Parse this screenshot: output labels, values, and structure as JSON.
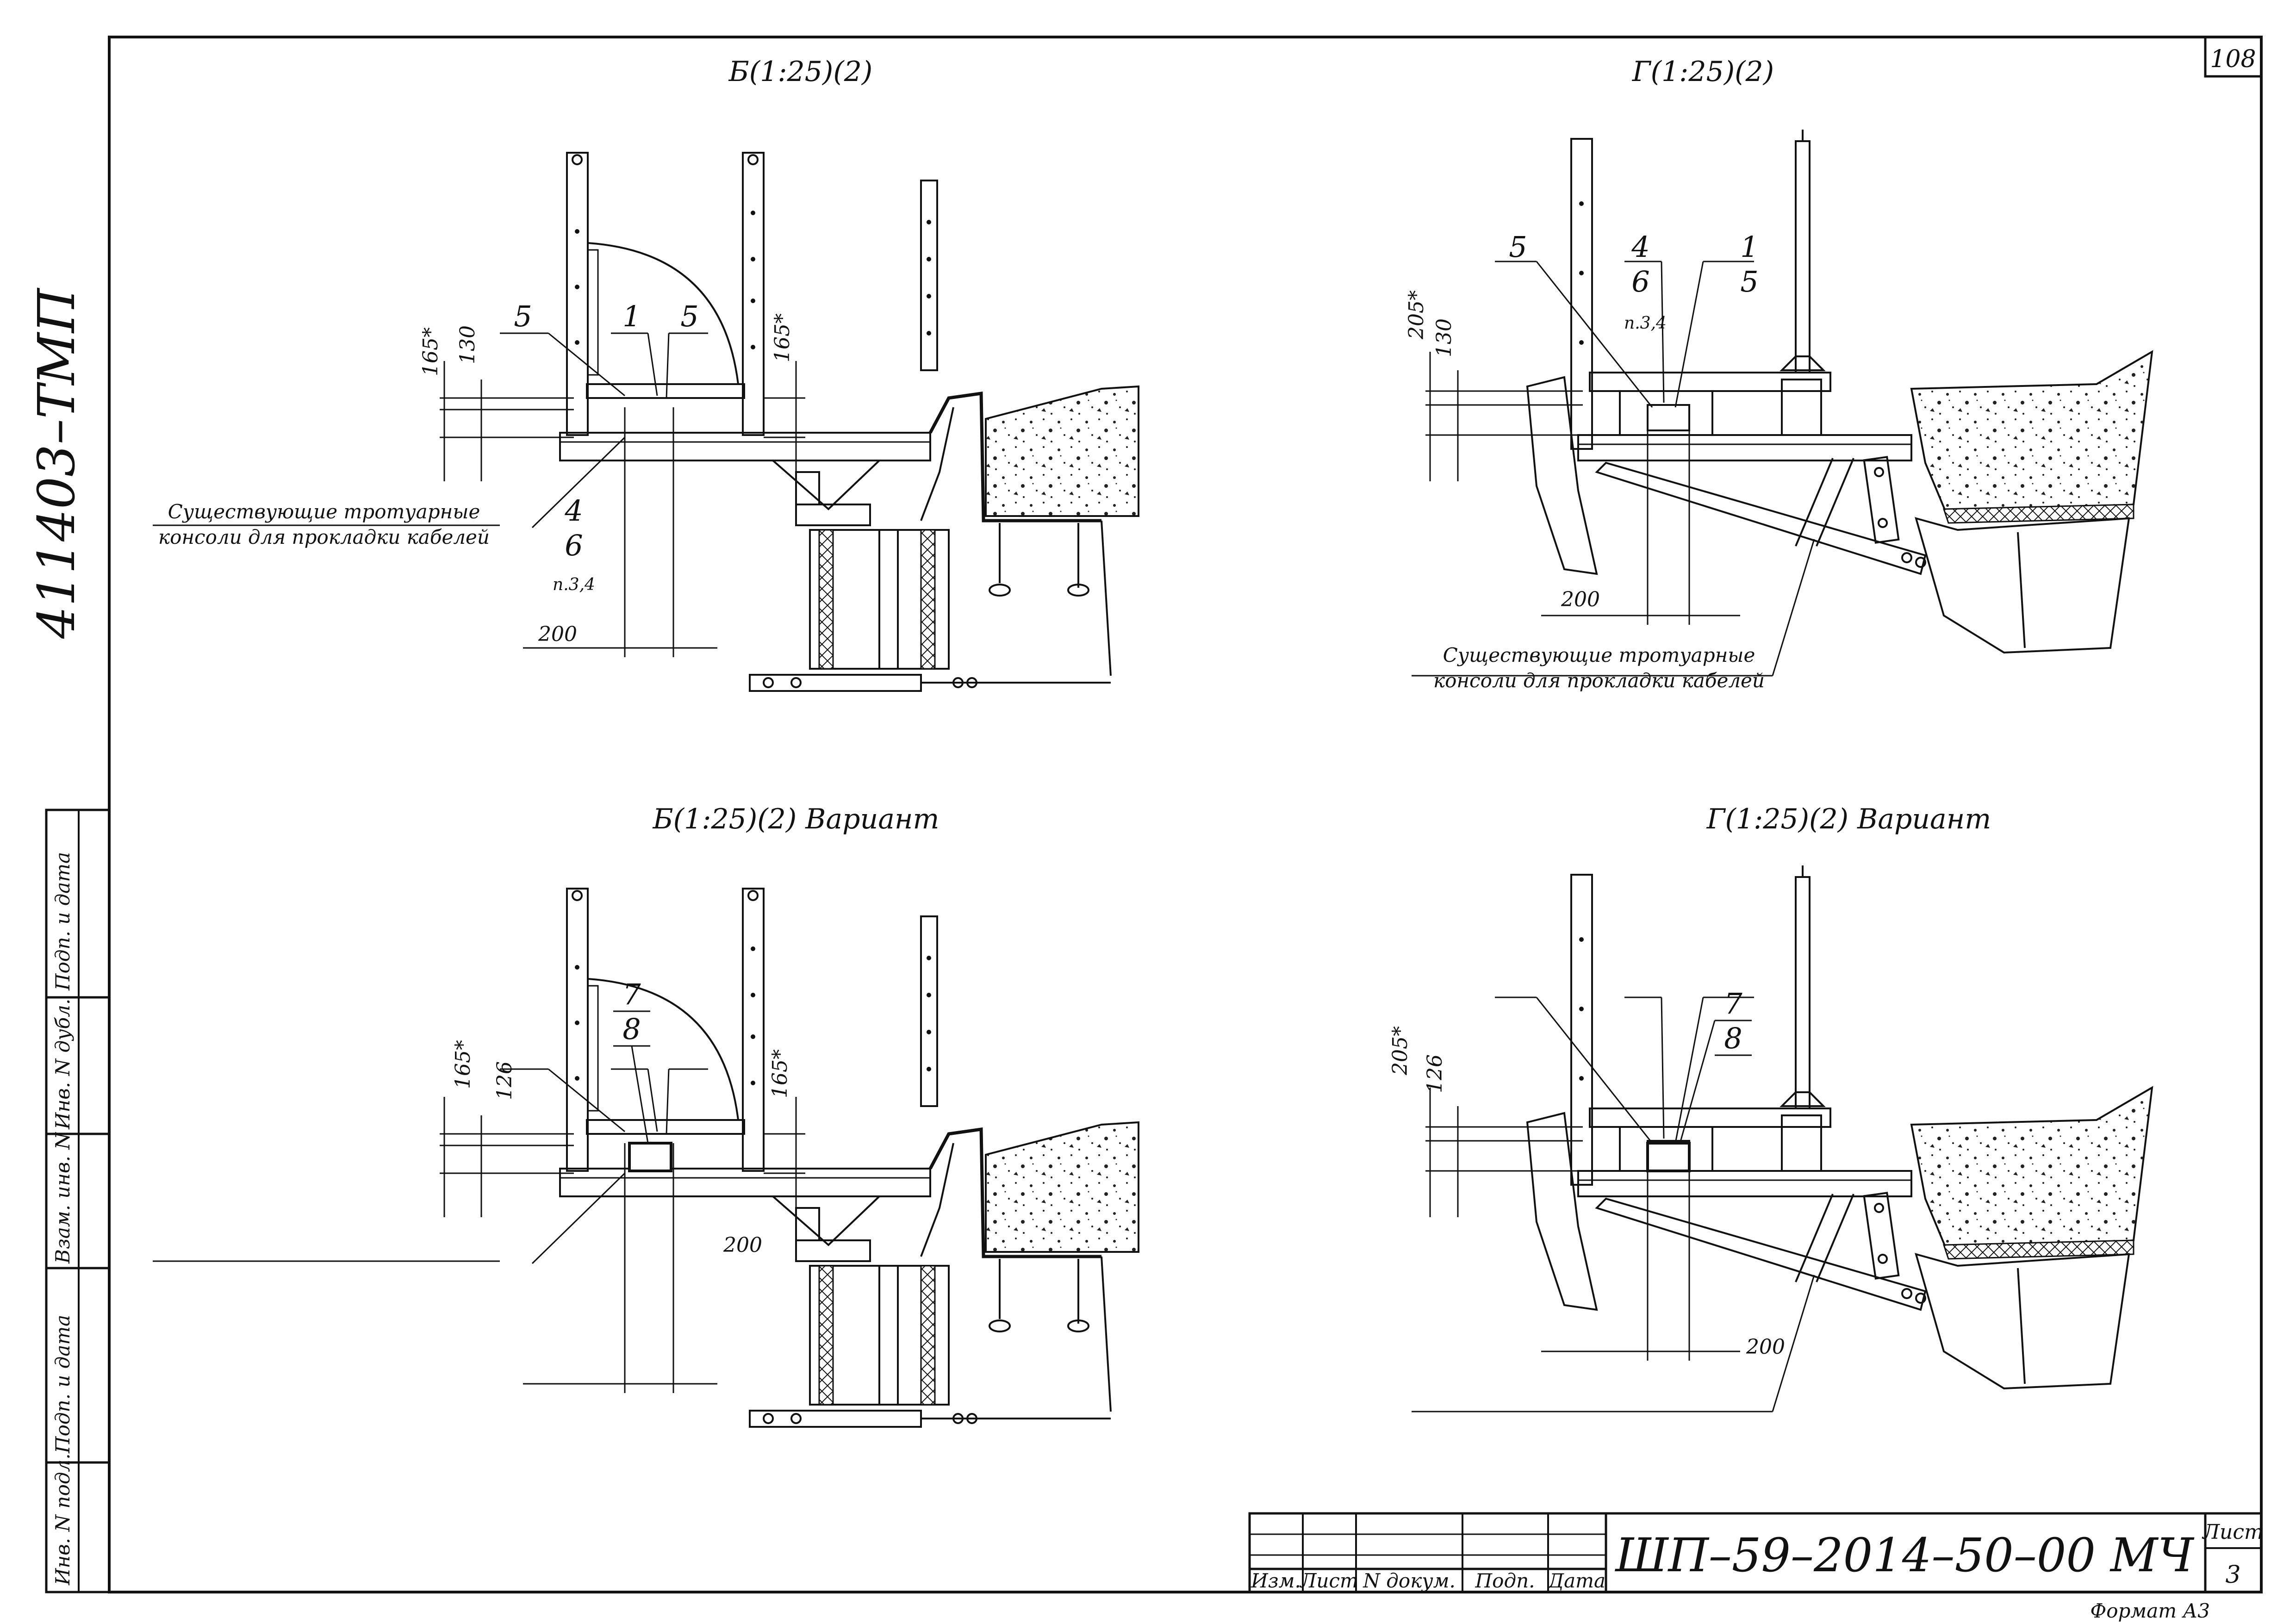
{
  "sheet": {
    "page_number": "108",
    "side_code": "411403–ТМП",
    "stamp_code": "ШП–59–2014–50–00 МЧ",
    "sheet_label": "Лист",
    "sheet_number": "3",
    "format_label": "Формат А3",
    "table_headers": [
      "Изм.",
      "Лист",
      "N докум.",
      "Подп.",
      "Дата"
    ],
    "side_table": [
      "Инв. N подл.",
      "Подп. и дата",
      "Взам. инв. N",
      "Инв. N дубл.",
      "Подп. и дата"
    ]
  },
  "views": {
    "b_top": {
      "title": "Б(1:25)(2)",
      "callouts": [
        "5",
        "1",
        "5",
        "4",
        "6",
        "п.3,4"
      ],
      "dims": [
        "165*",
        "130",
        "165*",
        "200"
      ],
      "note_line1": "Существующие тротуарные",
      "note_line2": "консоли для прокладки кабелей"
    },
    "g_top": {
      "title": "Г(1:25)(2)",
      "callouts": [
        "5",
        "4",
        "6",
        "1",
        "5",
        "п.3,4"
      ],
      "dims": [
        "205*",
        "130",
        "200"
      ],
      "note_line1": "Существующие тротуарные",
      "note_line2": "консоли для прокладки кабелей"
    },
    "b_var": {
      "title": "Б(1:25)(2) Вариант",
      "callouts": [
        "7",
        "8"
      ],
      "dims": [
        "165*",
        "126",
        "165*",
        "200"
      ]
    },
    "g_var": {
      "title": "Г(1:25)(2) Вариант",
      "callouts": [
        "7",
        "8"
      ],
      "dims": [
        "205*",
        "126",
        "200"
      ]
    }
  }
}
